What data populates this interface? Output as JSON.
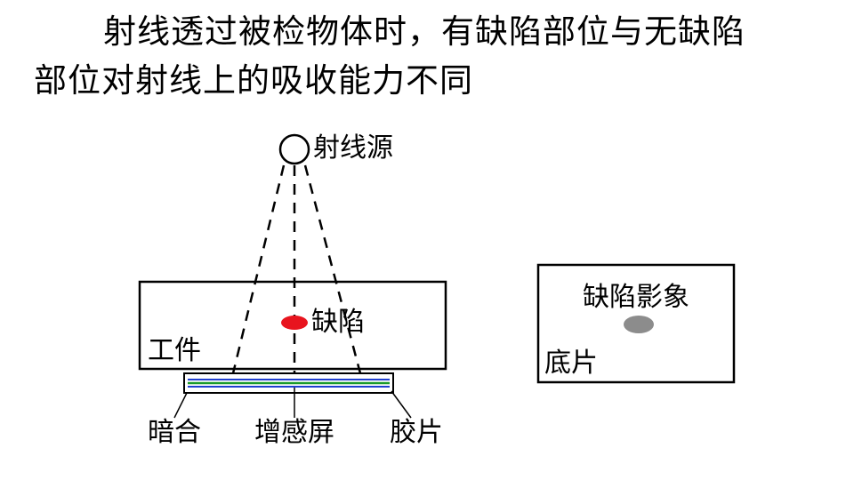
{
  "heading": {
    "line1": "射线透过被检物体时，有缺陷部位与无缺陷",
    "line2": "部位对射线上的吸收能力不同"
  },
  "diagram": {
    "source_label": "射线源",
    "workpiece_label": "工件",
    "defect_label": "缺陷",
    "cassette_label": "暗合",
    "screen_label": "增感屏",
    "film_label": "胶片",
    "film_sheet_label": "底片",
    "defect_image_label": "缺陷影象"
  },
  "colors": {
    "defect": "#e8141e",
    "defect_image": "#8c8c8c",
    "screen_blue": "#1f3fd0",
    "screen_green": "#1a9a2a"
  }
}
